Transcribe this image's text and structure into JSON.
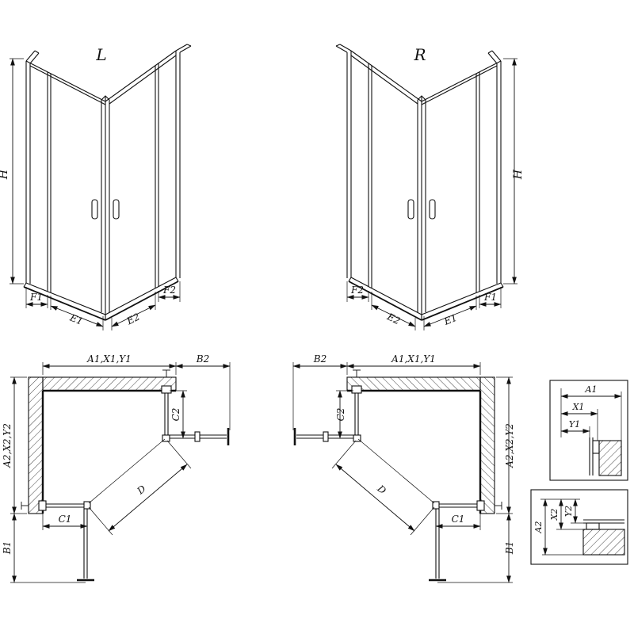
{
  "colors": {
    "line": "#111111",
    "background": "#ffffff"
  },
  "perspective_left": {
    "label": "L",
    "height_dim": "H",
    "bottom_dims": [
      "F1",
      "E1",
      "E2",
      "F2"
    ]
  },
  "perspective_right": {
    "label": "R",
    "height_dim": "H",
    "bottom_dims": [
      "F2",
      "E2",
      "E1",
      "F1"
    ]
  },
  "plan_left": {
    "top_dim": "A1,X1,Y1",
    "top_right_dim": "B2",
    "right_dim": "C2",
    "left_dim": "A2,X2,Y2",
    "bottom_dim": "C1",
    "bottom_left_dim": "B1",
    "diagonal_dim": "D"
  },
  "plan_right": {
    "top_dim": "A1,X1,Y1",
    "top_left_dim": "B2",
    "left_dim": "C2",
    "right_dim": "A2,X2,Y2",
    "bottom_dim": "C1",
    "bottom_right_dim": "B1",
    "diagonal_dim": "D"
  },
  "detail_top": {
    "dims": [
      "A1",
      "X1",
      "Y1"
    ]
  },
  "detail_bottom": {
    "dims": [
      "A2",
      "X2",
      "Y2"
    ]
  }
}
